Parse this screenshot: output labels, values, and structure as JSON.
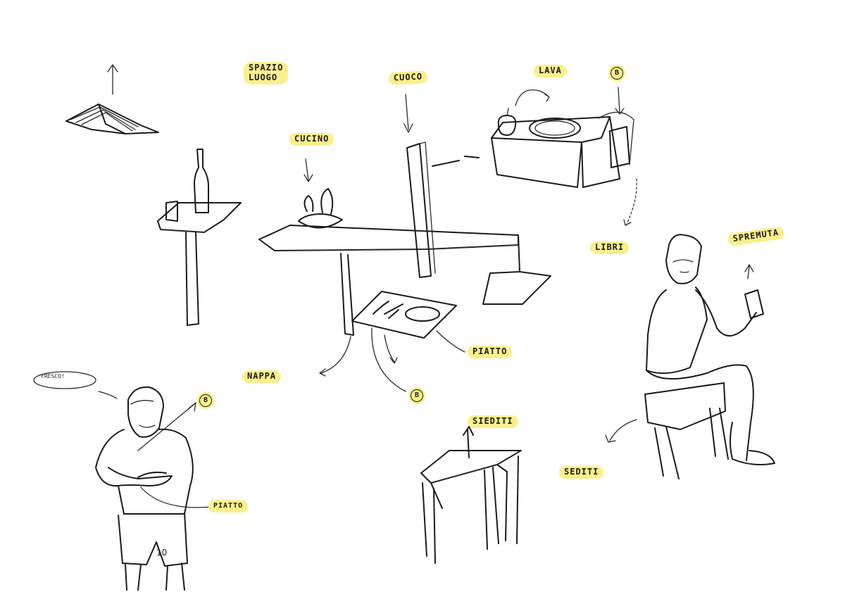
{
  "labels": {
    "spazio_luogo": "SPAZIO\nLUOGO",
    "cuoco": "CUOCO",
    "lava": "LAVA",
    "cucina": "CUCINO",
    "libri": "LIBRI",
    "spremuta": "SPREMUTA",
    "piatto_table": "PIATTO",
    "nappa": "NAPPA",
    "siediti_stool": "SIEDITI",
    "siediti_man": "SEDITI",
    "piatto_man": "PIATTO",
    "speech": "FRESCO!",
    "jersey_number": "10"
  },
  "badges": {
    "top_right": "B",
    "bottom_center": "B",
    "man_left": "B"
  },
  "colors": {
    "highlight": "#fbef8c",
    "ink": "#1b1b1b",
    "paper": "#ffffff"
  }
}
